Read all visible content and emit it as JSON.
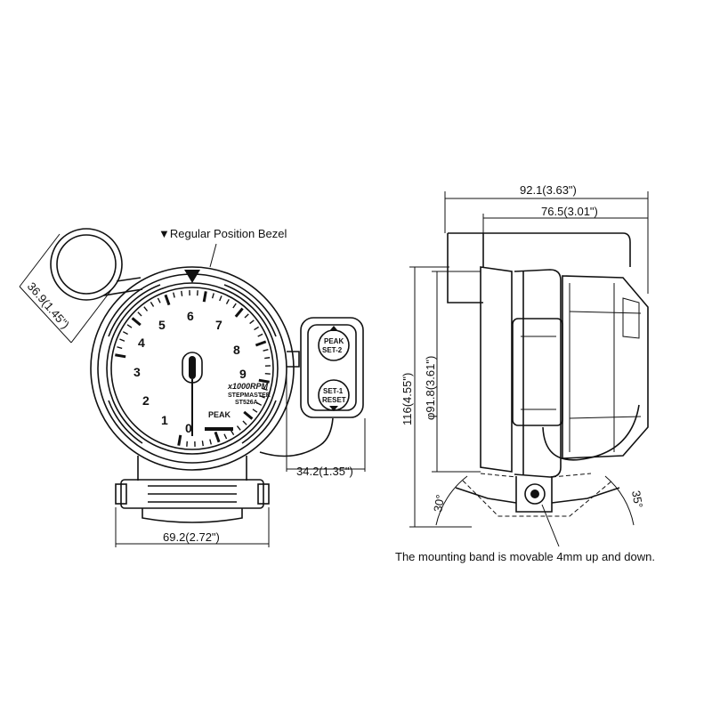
{
  "labels": {
    "bezel": "▼Regular Position Bezel",
    "mounting_note": "The mounting band is movable 4mm up and down."
  },
  "dimensions": {
    "shade_diameter": "36.9(1.45\")",
    "width_bracket": "69.2(2.72\")",
    "switch_offset": "34.2(1.35\")",
    "total_depth": "92.1(3.63\")",
    "body_depth": "76.5(3.01\")",
    "total_height": "116(4.55\")",
    "body_diameter": "φ91.8(3.61\")",
    "angle_back": "30°",
    "angle_front": "35°"
  },
  "gauge": {
    "numbers": [
      "0",
      "1",
      "2",
      "3",
      "4",
      "5",
      "6",
      "7",
      "8",
      "9"
    ],
    "unit": "x1000RPM",
    "brand": "STEPMASTER",
    "model": "ST526A",
    "peak_label": "PEAK"
  },
  "buttons": {
    "top": [
      "PEAK",
      "SET-2"
    ],
    "bottom": [
      "SET-1",
      "RESET"
    ]
  }
}
